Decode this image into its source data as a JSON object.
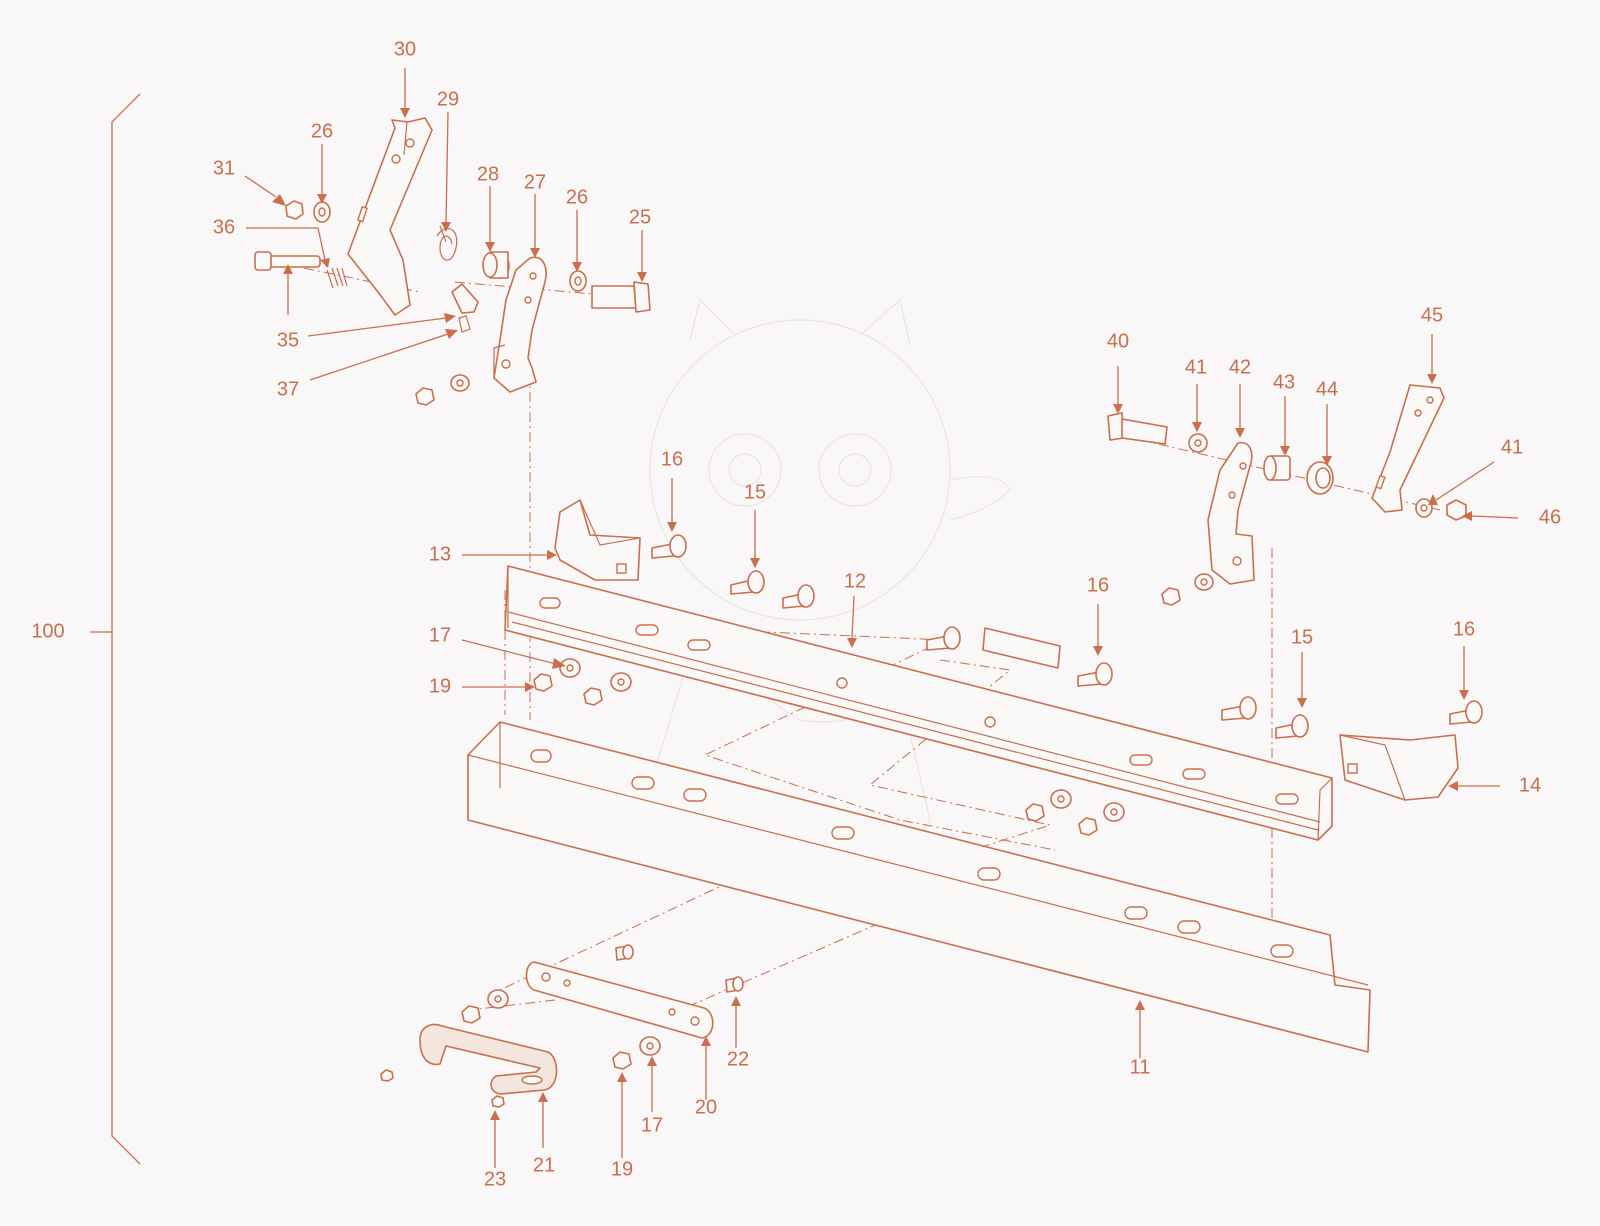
{
  "diagram": {
    "assembly_label": "100",
    "callouts": {
      "c30": "30",
      "c29": "29",
      "c26a": "26",
      "c31": "31",
      "c28": "28",
      "c27": "27",
      "c26b": "26",
      "c25": "25",
      "c36": "36",
      "c35": "35",
      "c37": "37",
      "c40": "40",
      "c41a": "41",
      "c42": "42",
      "c43": "43",
      "c44": "44",
      "c45": "45",
      "c41b": "41",
      "c46": "46",
      "c16a": "16",
      "c15a": "15",
      "c13": "13",
      "c12": "12",
      "c16b": "16",
      "c15b": "15",
      "c16c": "16",
      "c17a": "17",
      "c19a": "19",
      "c14": "14",
      "c11": "11",
      "c22": "22",
      "c20": "20",
      "c17b": "17",
      "c19b": "19",
      "c21": "21",
      "c23": "23"
    },
    "colors": {
      "line": "#c96f4d",
      "background": "#f9f7f7"
    }
  }
}
